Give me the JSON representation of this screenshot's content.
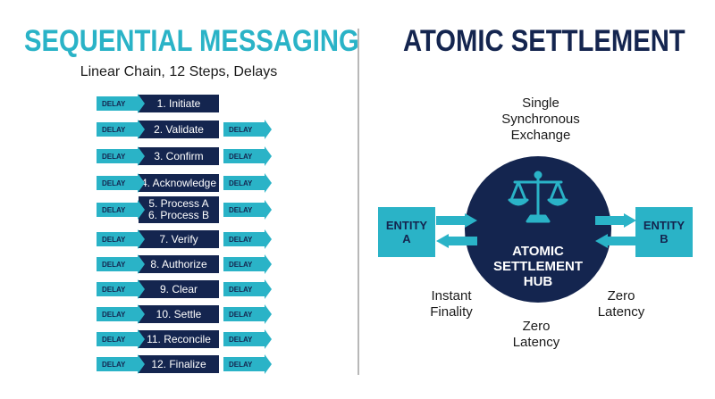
{
  "left": {
    "title": "SEQUENTIAL MESSAGING",
    "subtitle": "Linear Chain, 12 Steps, Delays",
    "delay_label": "DELAY",
    "steps": [
      "1. Initiate",
      "2. Validate",
      "3. Confirm",
      "4. Acknowledge",
      "5. Process A\n6. Process B",
      "7. Verify",
      "8. Authorize",
      "9. Clear",
      "10. Settle",
      "11. Reconcile",
      "12. Finalize"
    ]
  },
  "right": {
    "title": "ATOMIC SETTLEMENT",
    "hub_label": "ATOMIC\nSETTLEMENT\nHUB",
    "hub_icon": "balance-scale-icon",
    "entity_a": "ENTITY\nA",
    "entity_b": "ENTITY\nB",
    "caption_top": "Single\nSynchronous\nExchange",
    "caption_left": "Instant\nFinality",
    "caption_right": "Zero\nLatency",
    "caption_bottom": "Zero\nLatency"
  },
  "colors": {
    "navy": "#14254f",
    "teal": "#2ab3c7"
  }
}
